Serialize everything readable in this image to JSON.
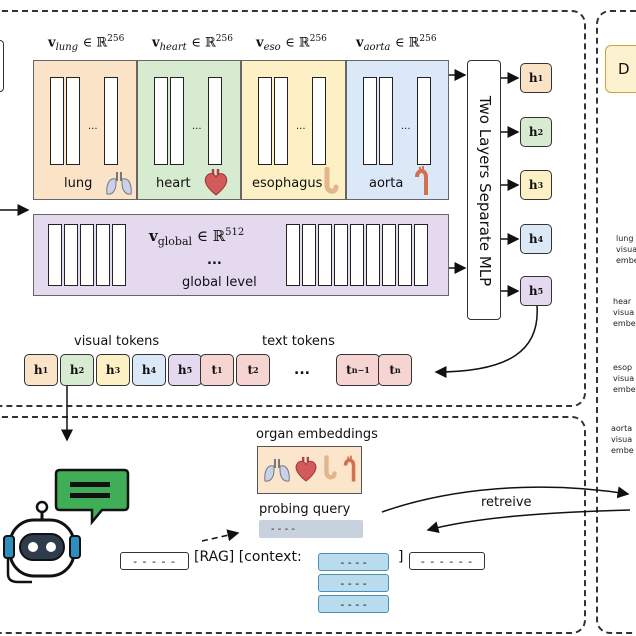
{
  "organs": [
    {
      "id": "lung",
      "vector": "v",
      "subscript": "lung",
      "space": "∈ ℝ",
      "dim": "256",
      "label": "lung",
      "color": "#fbe3c8",
      "icon": "lungs-icon"
    },
    {
      "id": "heart",
      "vector": "v",
      "subscript": "heart",
      "space": "∈ ℝ",
      "dim": "256",
      "label": "heart",
      "color": "#d6ebd0",
      "icon": "heart-icon"
    },
    {
      "id": "eso",
      "vector": "v",
      "subscript": "eso",
      "space": "∈ ℝ",
      "dim": "256",
      "label": "esophagus",
      "color": "#fdf0c4",
      "icon": "esophagus-icon"
    },
    {
      "id": "aorta",
      "vector": "v",
      "subscript": "aorta",
      "space": "∈ ℝ",
      "dim": "256",
      "label": "aorta",
      "color": "#dbe8f7",
      "icon": "aorta-icon"
    }
  ],
  "ellipsis": "...",
  "global": {
    "vector": "v",
    "subscript": "global",
    "space": "∈ ℝ",
    "dim": "512",
    "ellipsis": "...",
    "label": "global level",
    "color": "#e4d9ef"
  },
  "mlp_label": "Two Layers Separate MLP",
  "h_outputs": [
    {
      "base": "h",
      "sub": "1",
      "color": "#fbe3c8"
    },
    {
      "base": "h",
      "sub": "2",
      "color": "#d6ebd0"
    },
    {
      "base": "h",
      "sub": "3",
      "color": "#fdf0c4"
    },
    {
      "base": "h",
      "sub": "4",
      "color": "#dbe8f7"
    },
    {
      "base": "h",
      "sub": "5",
      "color": "#e4d9ef"
    }
  ],
  "visual_tokens_label": "visual tokens",
  "text_tokens_label": "text tokens",
  "tokens": [
    {
      "base": "h",
      "sub": "1",
      "color": "#fbe3c8"
    },
    {
      "base": "h",
      "sub": "2",
      "color": "#d6ebd0"
    },
    {
      "base": "h",
      "sub": "3",
      "color": "#fdf0c4"
    },
    {
      "base": "h",
      "sub": "4",
      "color": "#dbe8f7"
    },
    {
      "base": "h",
      "sub": "5",
      "color": "#e4d9ef"
    },
    {
      "base": "t",
      "sub": "1",
      "color": "#f6d4d2"
    },
    {
      "base": "t",
      "sub": "2",
      "color": "#f6d4d2"
    },
    {
      "base": "t",
      "sub": "n−1",
      "color": "#f6d4d2"
    },
    {
      "base": "t",
      "sub": "n",
      "color": "#f6d4d2"
    }
  ],
  "token_ellipsis": "...",
  "organ_embeddings_label": "organ embeddings",
  "probing_query_label": "probing query",
  "probing_query_value": "- - - -",
  "retrieve_label": "retreive",
  "rag_left_field": "- - - - -",
  "rag_text": "[RAG] [context:",
  "context_fields": [
    "- - - -",
    "- - - -",
    "- - - -"
  ],
  "rag_close": "]",
  "rag_right_field": "- - - - - -",
  "right_panel": {
    "header": "D",
    "items": [
      [
        "lung",
        "visua",
        "embe"
      ],
      [
        "hear",
        "visua",
        "embe"
      ],
      [
        "esop",
        "visua",
        "embe"
      ],
      [
        "aorta",
        "visua",
        "embe"
      ]
    ]
  }
}
